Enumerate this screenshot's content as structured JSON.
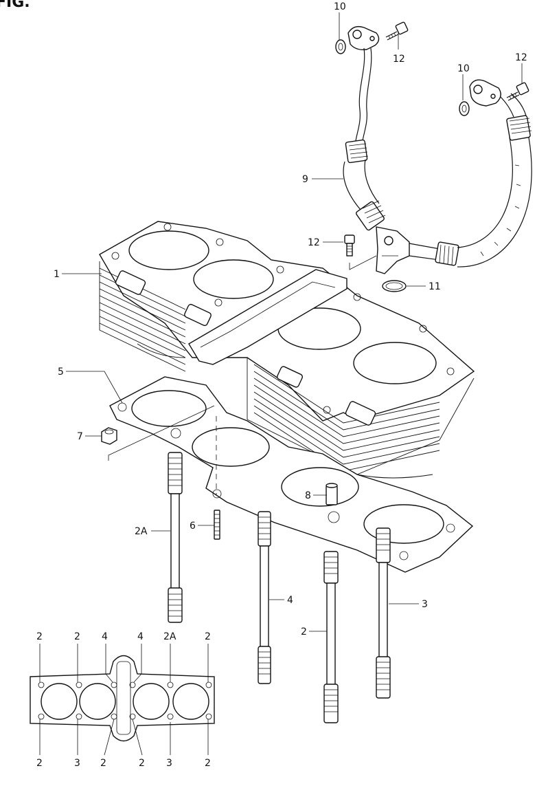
{
  "diagram": {
    "title": "FIG.",
    "callouts": [
      {
        "id": "c10a",
        "label": "10"
      },
      {
        "id": "c12a",
        "label": "12"
      },
      {
        "id": "c10b",
        "label": "10"
      },
      {
        "id": "c12b",
        "label": "12"
      },
      {
        "id": "c9",
        "label": "9"
      },
      {
        "id": "c12c",
        "label": "12"
      },
      {
        "id": "c11",
        "label": "11"
      },
      {
        "id": "c1",
        "label": "1"
      },
      {
        "id": "c5",
        "label": "5"
      },
      {
        "id": "c7",
        "label": "7"
      },
      {
        "id": "c8",
        "label": "8"
      },
      {
        "id": "c6",
        "label": "6"
      },
      {
        "id": "c2A",
        "label": "2A"
      },
      {
        "id": "c4",
        "label": "4"
      },
      {
        "id": "c3",
        "label": "3"
      },
      {
        "id": "c2",
        "label": "2"
      }
    ],
    "key_top": [
      "2",
      "2",
      "4",
      "4",
      "2A",
      "2"
    ],
    "key_bottom": [
      "2",
      "3",
      "2",
      "2",
      "3",
      "2"
    ]
  }
}
